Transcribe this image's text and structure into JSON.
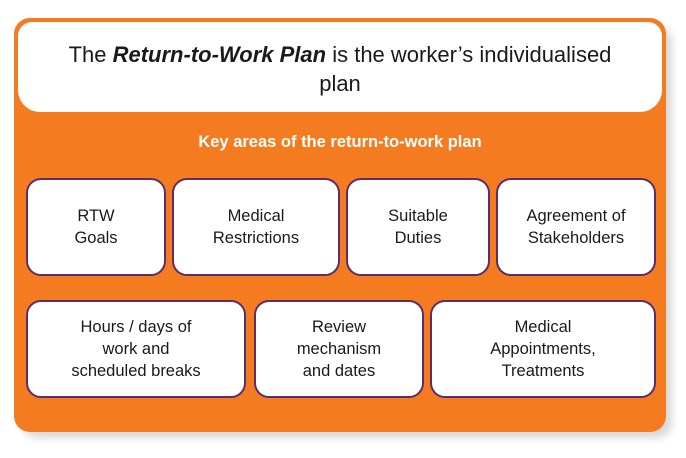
{
  "header": {
    "prefix": "The ",
    "emphasis": "Return-to-Work Plan",
    "suffix": " is the worker’s individualised plan"
  },
  "section_title": "Key areas of the return-to-work plan",
  "areas": [
    {
      "label": "RTW\nGoals"
    },
    {
      "label": "Medical\nRestrictions"
    },
    {
      "label": "Suitable\nDuties"
    },
    {
      "label": "Agreement of\nStakeholders"
    },
    {
      "label": "Hours / days of\nwork and\nscheduled breaks"
    },
    {
      "label": "Review\nmechanism\nand dates"
    },
    {
      "label": "Medical\nAppointments,\nTreatments"
    }
  ],
  "colors": {
    "panel": "#f47b20",
    "box_border": "#5a2d6b",
    "box_fill": "#ffffff",
    "title_text": "#ffffff"
  }
}
